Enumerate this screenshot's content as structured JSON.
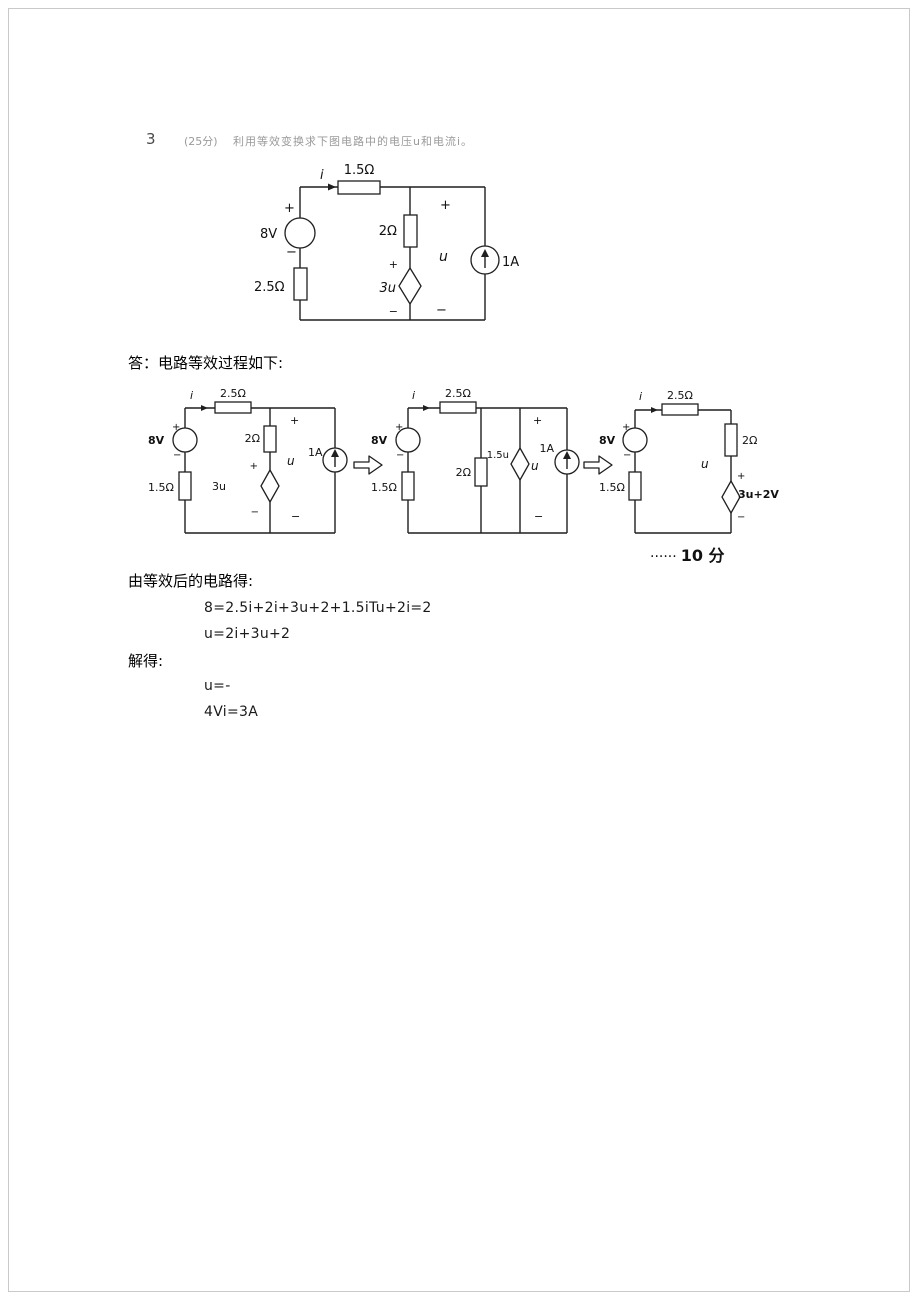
{
  "doc": {
    "q_no": "3",
    "q_points": "(25分)",
    "q_text": "利用等效变换求下图电路中的电压u和电流i。",
    "answer_lead": "答：电路等效过程如下:",
    "score_dots": "······",
    "score_label": "10 分",
    "derive_lead": "由等效后的电路得:",
    "eq1": "8=2.5i+2i+3u+2+1.5iTu+2i=2",
    "eq2": "u=2i+3u+2",
    "solve_lead": "解得:",
    "sol1": "u=-",
    "sol2": "4Vi=3A"
  },
  "sym": {
    "plus": "+",
    "minus": "−"
  },
  "main": {
    "i": "i",
    "r_top": "1.5Ω",
    "v_src": "8V",
    "r_left": "2.5Ω",
    "r_mid": "2Ω",
    "dep": "3u",
    "u": "u",
    "i_src": "1A"
  },
  "c1": {
    "i": "i",
    "r_top": "2.5Ω",
    "v_src": "8V",
    "r_left": "1.5Ω",
    "r_mid": "2Ω",
    "dep": "3u",
    "u": "u",
    "i_src": "1A"
  },
  "c2": {
    "i": "i",
    "r_top": "2.5Ω",
    "v_src": "8V",
    "r_left": "1.5Ω",
    "r_mid": "2Ω",
    "dep": "1.5u",
    "u": "u",
    "i_src": "1A"
  },
  "c3": {
    "i": "i",
    "r_top": "2.5Ω",
    "v_src": "8V",
    "r_left": "1.5Ω",
    "r_right": "2Ω",
    "u": "u",
    "dep": "3u+2V"
  }
}
